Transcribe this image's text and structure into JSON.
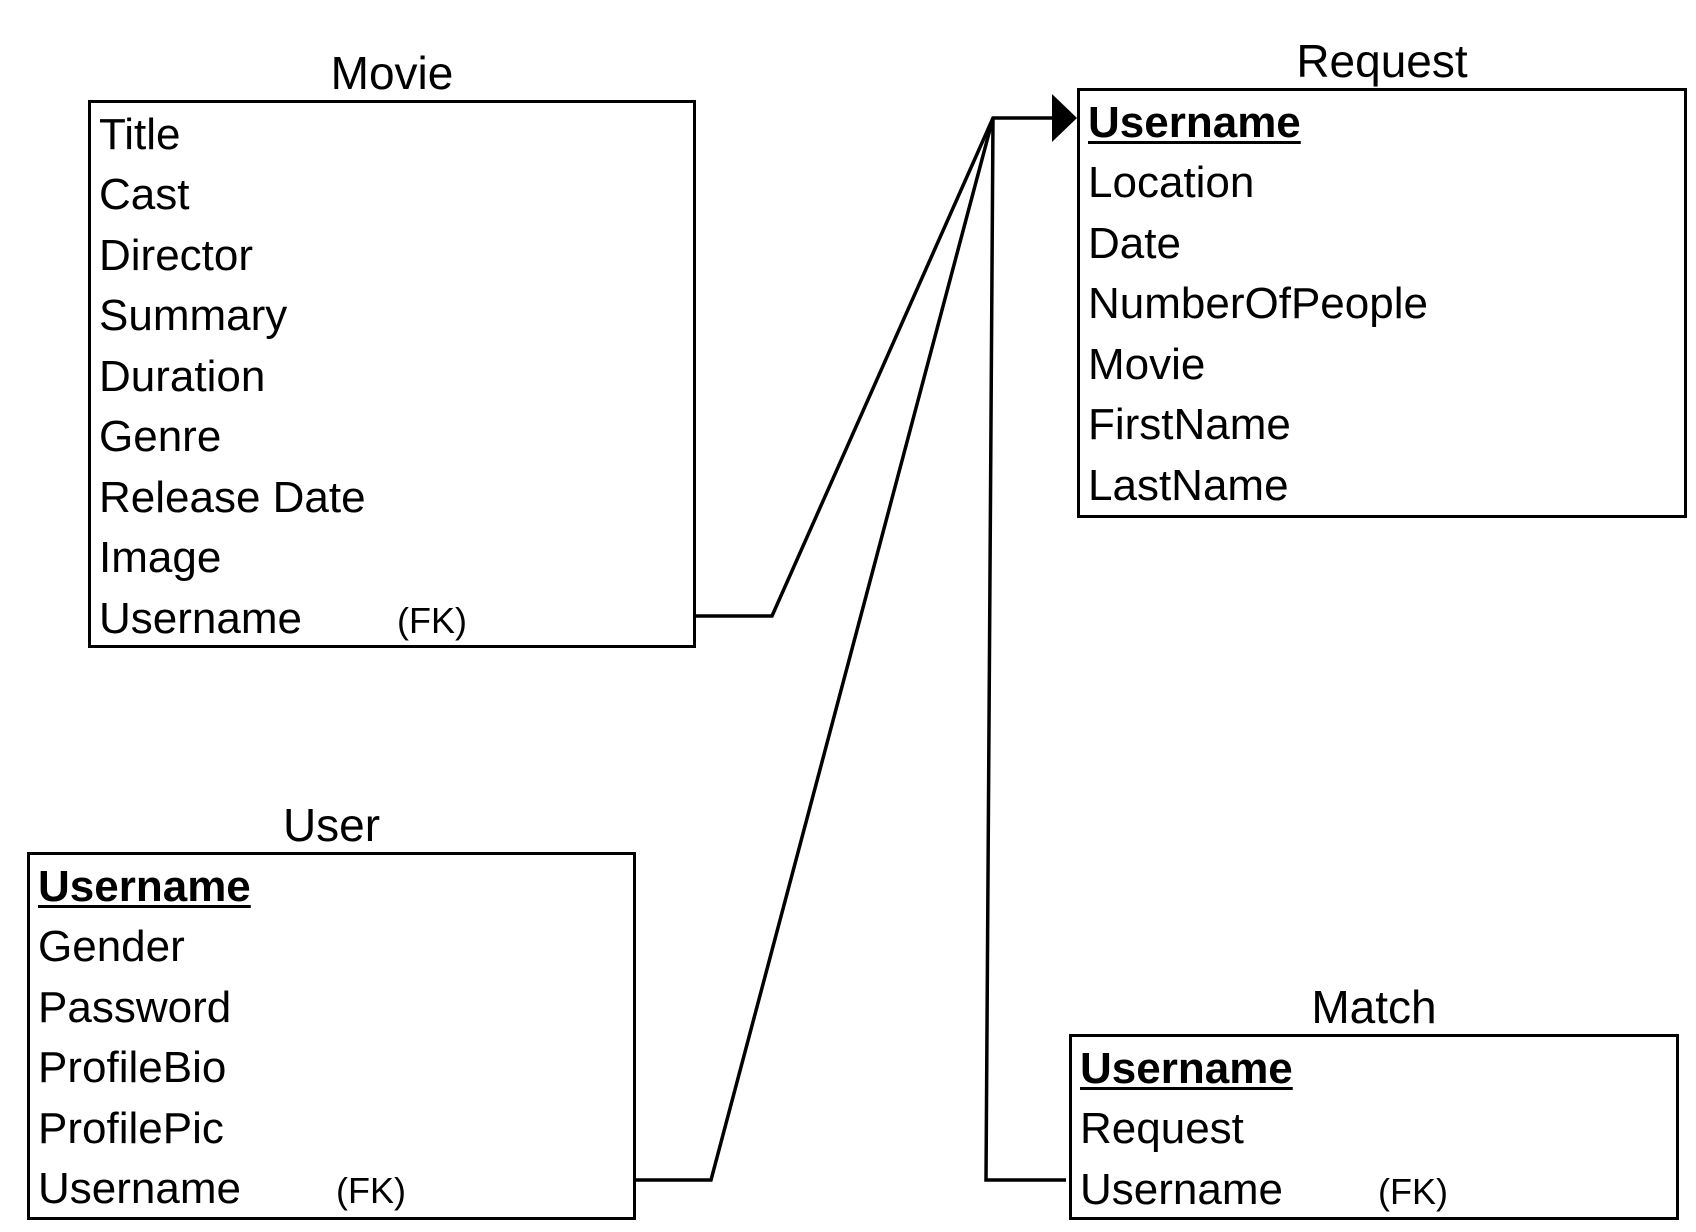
{
  "diagram": {
    "entities": {
      "movie": {
        "title": "Movie",
        "attributes": [
          "Title",
          "Cast",
          "Director",
          "Summary",
          "Duration",
          "Genre",
          "Release Date",
          "Image",
          "Username"
        ],
        "fk_label": "(FK)"
      },
      "request": {
        "title": "Request",
        "primary_key": "Username",
        "attributes": [
          "Location",
          "Date",
          "NumberOfPeople",
          "Movie",
          "FirstName",
          "LastName"
        ]
      },
      "user": {
        "title": "User",
        "primary_key": "Username",
        "attributes": [
          "Gender",
          "Password",
          "ProfileBio",
          "ProfilePic",
          "Username"
        ],
        "fk_label": "(FK)"
      },
      "match": {
        "title": "Match",
        "primary_key": "Username",
        "attributes": [
          "Request",
          "Username"
        ],
        "fk_label": "(FK)"
      }
    },
    "relationships": [
      {
        "from": "Movie.Username",
        "to": "Request.Username"
      },
      {
        "from": "User.Username",
        "to": "Request.Username"
      },
      {
        "from": "Match.Username",
        "to": "Request.Username"
      }
    ],
    "line_color": "#000000"
  }
}
